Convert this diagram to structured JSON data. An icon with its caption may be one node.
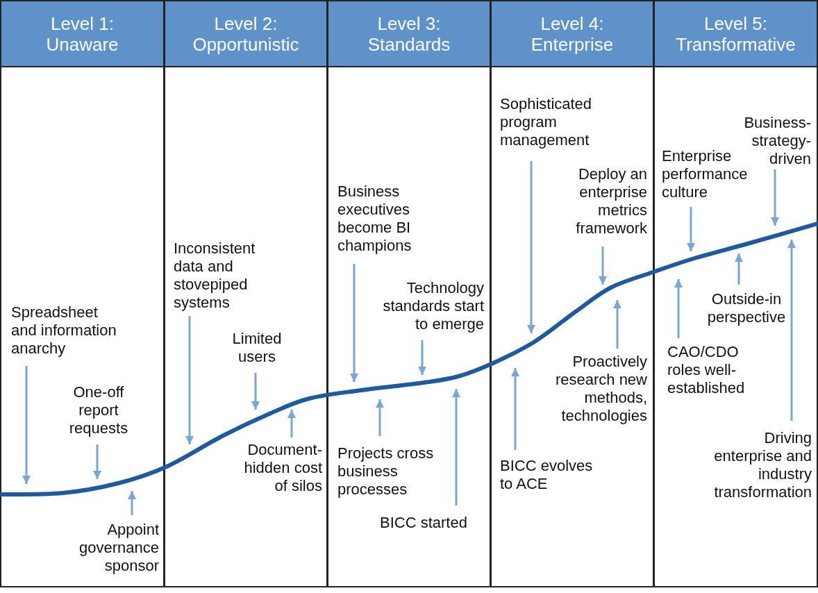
{
  "diagram": {
    "nodes": [
      {
        "text": [
          "Level 1: Unaware"
        ]
      },
      {
        "text": [
          "Level 2: Opportunistic"
        ]
      },
      {
        "text": [
          "Level 3: Standards"
        ]
      },
      {
        "text": [
          "Level 4: Enterprise"
        ]
      },
      {
        "text": [
          "Level 5: Transformative"
        ]
      },
      {
        "text": [
          "Spreadsheet and information anarchy"
        ],
        "in": 0
      },
      {
        "text": [
          "One-off report requests"
        ],
        "in": 0
      },
      {
        "text": [
          "Appoint governance sponsor"
        ],
        "in": 0
      },
      {
        "text": [
          "Inconsistent data and stovepiped systems"
        ],
        "in": 1
      },
      {
        "text": [
          "Limited users"
        ],
        "in": 1
      },
      {
        "text": [
          "Document-hidden cost of silos"
        ],
        "in": 1
      },
      {
        "text": [
          "Business executives become BI champions"
        ],
        "in": 2
      },
      {
        "text": [
          "Technology standards start to emerge"
        ],
        "in": 2
      },
      {
        "text": [
          "Projects cross business processes"
        ],
        "in": 2
      },
      {
        "text": [
          "BICC started"
        ],
        "in": 2
      },
      {
        "text": [
          "Sophisticated program management"
        ],
        "in": 3
      },
      {
        "text": [
          "Deploy an enterprise metrics framework"
        ],
        "in": 3
      },
      {
        "text": [
          "Proactively research new methods, technologies"
        ],
        "in": 3
      },
      {
        "text": [
          "BICC evolves to ACE"
        ],
        "in": 3
      },
      {
        "text": [
          "Business-strategy-driven"
        ],
        "in": 4
      },
      {
        "text": [
          "Enterprise performance culture"
        ],
        "in": 4
      },
      {
        "text": [
          "Outside-in perspective"
        ],
        "in": 4
      },
      {
        "text": [
          "CAO/CDO roles well-established"
        ],
        "in": 4
      },
      {
        "text": [
          "Driving enterprise and industry transformation"
        ],
        "in": 4
      }
    ],
    "edges": [
      {
        "from": 5,
        "to": null,
        "arrow": "to"
      },
      {
        "from": 6,
        "to": null,
        "arrow": "to"
      },
      {
        "from": 7,
        "to": null,
        "arrow": "to"
      },
      {
        "from": 8,
        "to": null,
        "arrow": "to"
      },
      {
        "from": 9,
        "to": null,
        "arrow": "to"
      },
      {
        "from": 10,
        "to": null,
        "arrow": "to"
      },
      {
        "from": 11,
        "to": null,
        "arrow": "to"
      },
      {
        "from": 12,
        "to": null,
        "arrow": "to"
      },
      {
        "from": 13,
        "to": null,
        "arrow": "to"
      },
      {
        "from": 14,
        "to": null,
        "arrow": "to"
      },
      {
        "from": 15,
        "to": null,
        "arrow": "to"
      },
      {
        "from": 16,
        "to": null,
        "arrow": "to"
      },
      {
        "from": 17,
        "to": null,
        "arrow": "to"
      },
      {
        "from": 18,
        "to": null,
        "arrow": "to"
      },
      {
        "from": 19,
        "to": null,
        "arrow": "to"
      },
      {
        "from": 20,
        "to": null,
        "arrow": "to"
      },
      {
        "from": 21,
        "to": null,
        "arrow": "to"
      },
      {
        "from": 22,
        "to": null,
        "arrow": "to"
      },
      {
        "from": 23,
        "to": null,
        "arrow": "to"
      }
    ]
  }
}
